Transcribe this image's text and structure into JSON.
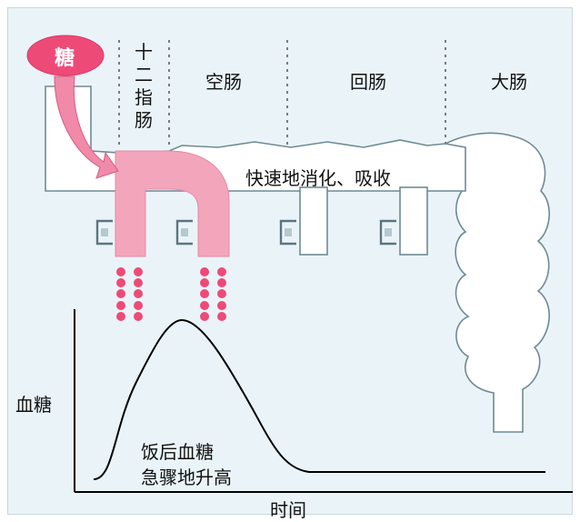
{
  "sugar_label": "糖",
  "segments": {
    "duodenum": "十二指肠",
    "jejunum": "空肠",
    "ileum": "回肠",
    "large_intestine": "大肠"
  },
  "digestion_label": "快速地消化、吸收",
  "axis": {
    "ylabel": "血糖",
    "xlabel": "时间"
  },
  "annotation": [
    "饭后血糖",
    "急骤地升高"
  ],
  "colors": {
    "sugar_pink": "#ee4a77",
    "absorb_pink": "#f3a5bb",
    "background": "#eaf4f8",
    "intestine": "#ffffff"
  }
}
